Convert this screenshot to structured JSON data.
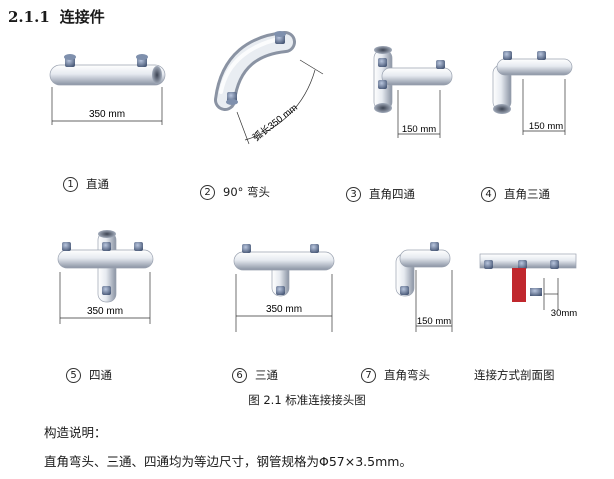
{
  "heading": {
    "number": "2.1.1",
    "title": "连接件"
  },
  "items": [
    {
      "num": "1",
      "label": "直通",
      "dimension": "350 mm"
    },
    {
      "num": "2",
      "label": "90° 弯头",
      "dimension": "弧长350 mm"
    },
    {
      "num": "3",
      "label": "直角四通",
      "dimension": "150 mm"
    },
    {
      "num": "4",
      "label": "直角三通",
      "dimension": "150 mm"
    },
    {
      "num": "5",
      "label": "四通",
      "dimension": "350 mm"
    },
    {
      "num": "6",
      "label": "三通",
      "dimension": "350 mm"
    },
    {
      "num": "7",
      "label": "直角弯头",
      "dimension": "150 mm"
    },
    {
      "num": "",
      "label": "连接方式剖面图",
      "dimension": "30mm"
    }
  ],
  "figure_caption": "图 2.1 标准连接接头图",
  "notes": {
    "title": "构造说明：",
    "body": "直角弯头、三通、四通均为等边尺寸，钢管规格为Φ57×3.5mm。"
  },
  "colors": {
    "pipe_light": "#eef1f5",
    "pipe_dark": "#8a93a3",
    "clamp": "#6b7a96",
    "section_red": "#c0272d"
  }
}
